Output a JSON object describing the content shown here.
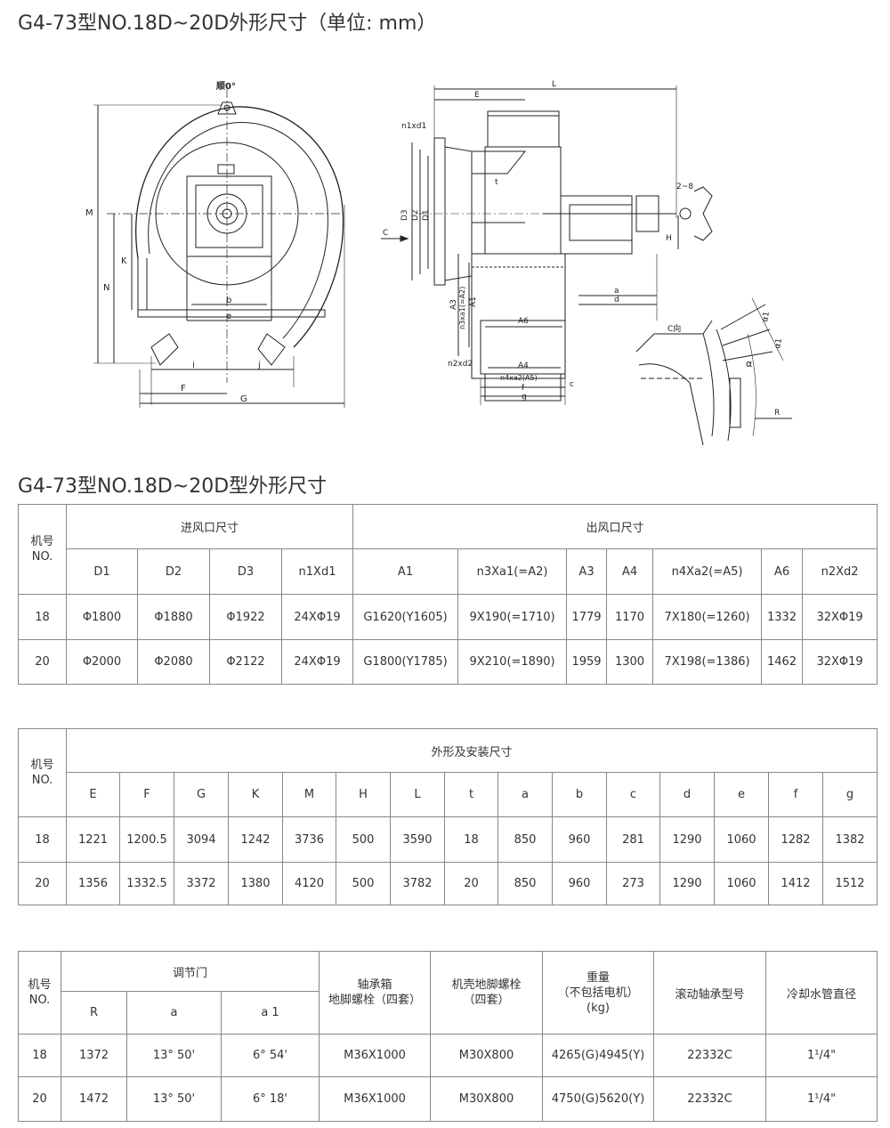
{
  "header": {
    "title": "G4-73型NO.18D~20D外形尺寸（单位: mm）",
    "subtitle": "G4-73型NO.18D~20D型外形尺寸"
  },
  "drawing": {
    "front_labels": {
      "angle": "顺0°",
      "M": "M",
      "K": "K",
      "N": "N",
      "b": "b",
      "e": "e",
      "i": "i",
      "j": "j",
      "F": "F",
      "G": "G"
    },
    "side_labels": {
      "L": "L",
      "E": "E",
      "n1xd1": "n1xd1",
      "D1": "D1",
      "D2": "D2",
      "D3": "D3",
      "C": "C",
      "t": "t",
      "s28": "2~8",
      "H": "H",
      "a": "a",
      "d": "d",
      "A3": "A3",
      "n3xa1": "n3xa1(=A2)",
      "A1": "A1",
      "A6": "A6",
      "n2xd2": "n2xd2",
      "A4": "A4",
      "n4xa2": "n4xa2(A5)",
      "c": "c",
      "f": "f",
      "g": "g"
    },
    "detail_labels": {
      "cview": "C向",
      "alpha": "α",
      "alpha1": "α1",
      "R": "R"
    }
  },
  "table1": {
    "col_model": "机号\nNO.",
    "group_inlet": "进风口尺寸",
    "group_outlet": "出风口尺寸",
    "headers": [
      "D1",
      "D2",
      "D3",
      "n1Xd1",
      "A1",
      "n3Xa1(=A2)",
      "A3",
      "A4",
      "n4Xa2(=A5)",
      "A6",
      "n2Xd2"
    ],
    "rows": [
      [
        "18",
        "Φ1800",
        "Φ1880",
        "Φ1922",
        "24XΦ19",
        "G1620(Y1605)",
        "9X190(=1710)",
        "1779",
        "1170",
        "7X180(=1260)",
        "1332",
        "32XΦ19"
      ],
      [
        "20",
        "Φ2000",
        "Φ2080",
        "Φ2122",
        "24XΦ19",
        "G1800(Y1785)",
        "9X210(=1890)",
        "1959",
        "1300",
        "7X198(=1386)",
        "1462",
        "32XΦ19"
      ]
    ]
  },
  "table2": {
    "col_model": "机号\nNO.",
    "group": "外形及安装尺寸",
    "headers": [
      "E",
      "F",
      "G",
      "K",
      "M",
      "H",
      "L",
      "t",
      "a",
      "b",
      "c",
      "d",
      "e",
      "f",
      "g"
    ],
    "rows": [
      [
        "18",
        "1221",
        "1200.5",
        "3094",
        "1242",
        "3736",
        "500",
        "3590",
        "18",
        "850",
        "960",
        "281",
        "1290",
        "1060",
        "1282",
        "1382"
      ],
      [
        "20",
        "1356",
        "1332.5",
        "3372",
        "1380",
        "4120",
        "500",
        "3782",
        "20",
        "850",
        "960",
        "273",
        "1290",
        "1060",
        "1412",
        "1512"
      ]
    ]
  },
  "table3": {
    "col_model": "机号\nNO.",
    "group_damper": "调节门",
    "damper_headers": [
      "R",
      "a",
      "a 1"
    ],
    "col_bearing_bolt": "轴承箱\n地脚螺栓（四套）",
    "col_casing_bolt": "机壳地脚螺栓\n（四套）",
    "col_weight": "重量\n（不包括电机）\n(kg)",
    "col_bearing": "滚动轴承型号",
    "col_pipe": "冷却水管直径",
    "rows": [
      [
        "18",
        "1372",
        "13° 50'",
        "6° 54'",
        "M36X1000",
        "M30X800",
        "4265(G)4945(Y)",
        "22332C",
        "1¹/4\""
      ],
      [
        "20",
        "1472",
        "13° 50'",
        "6° 18'",
        "M36X1000",
        "M30X800",
        "4750(G)5620(Y)",
        "22332C",
        "1¹/4\""
      ]
    ]
  }
}
